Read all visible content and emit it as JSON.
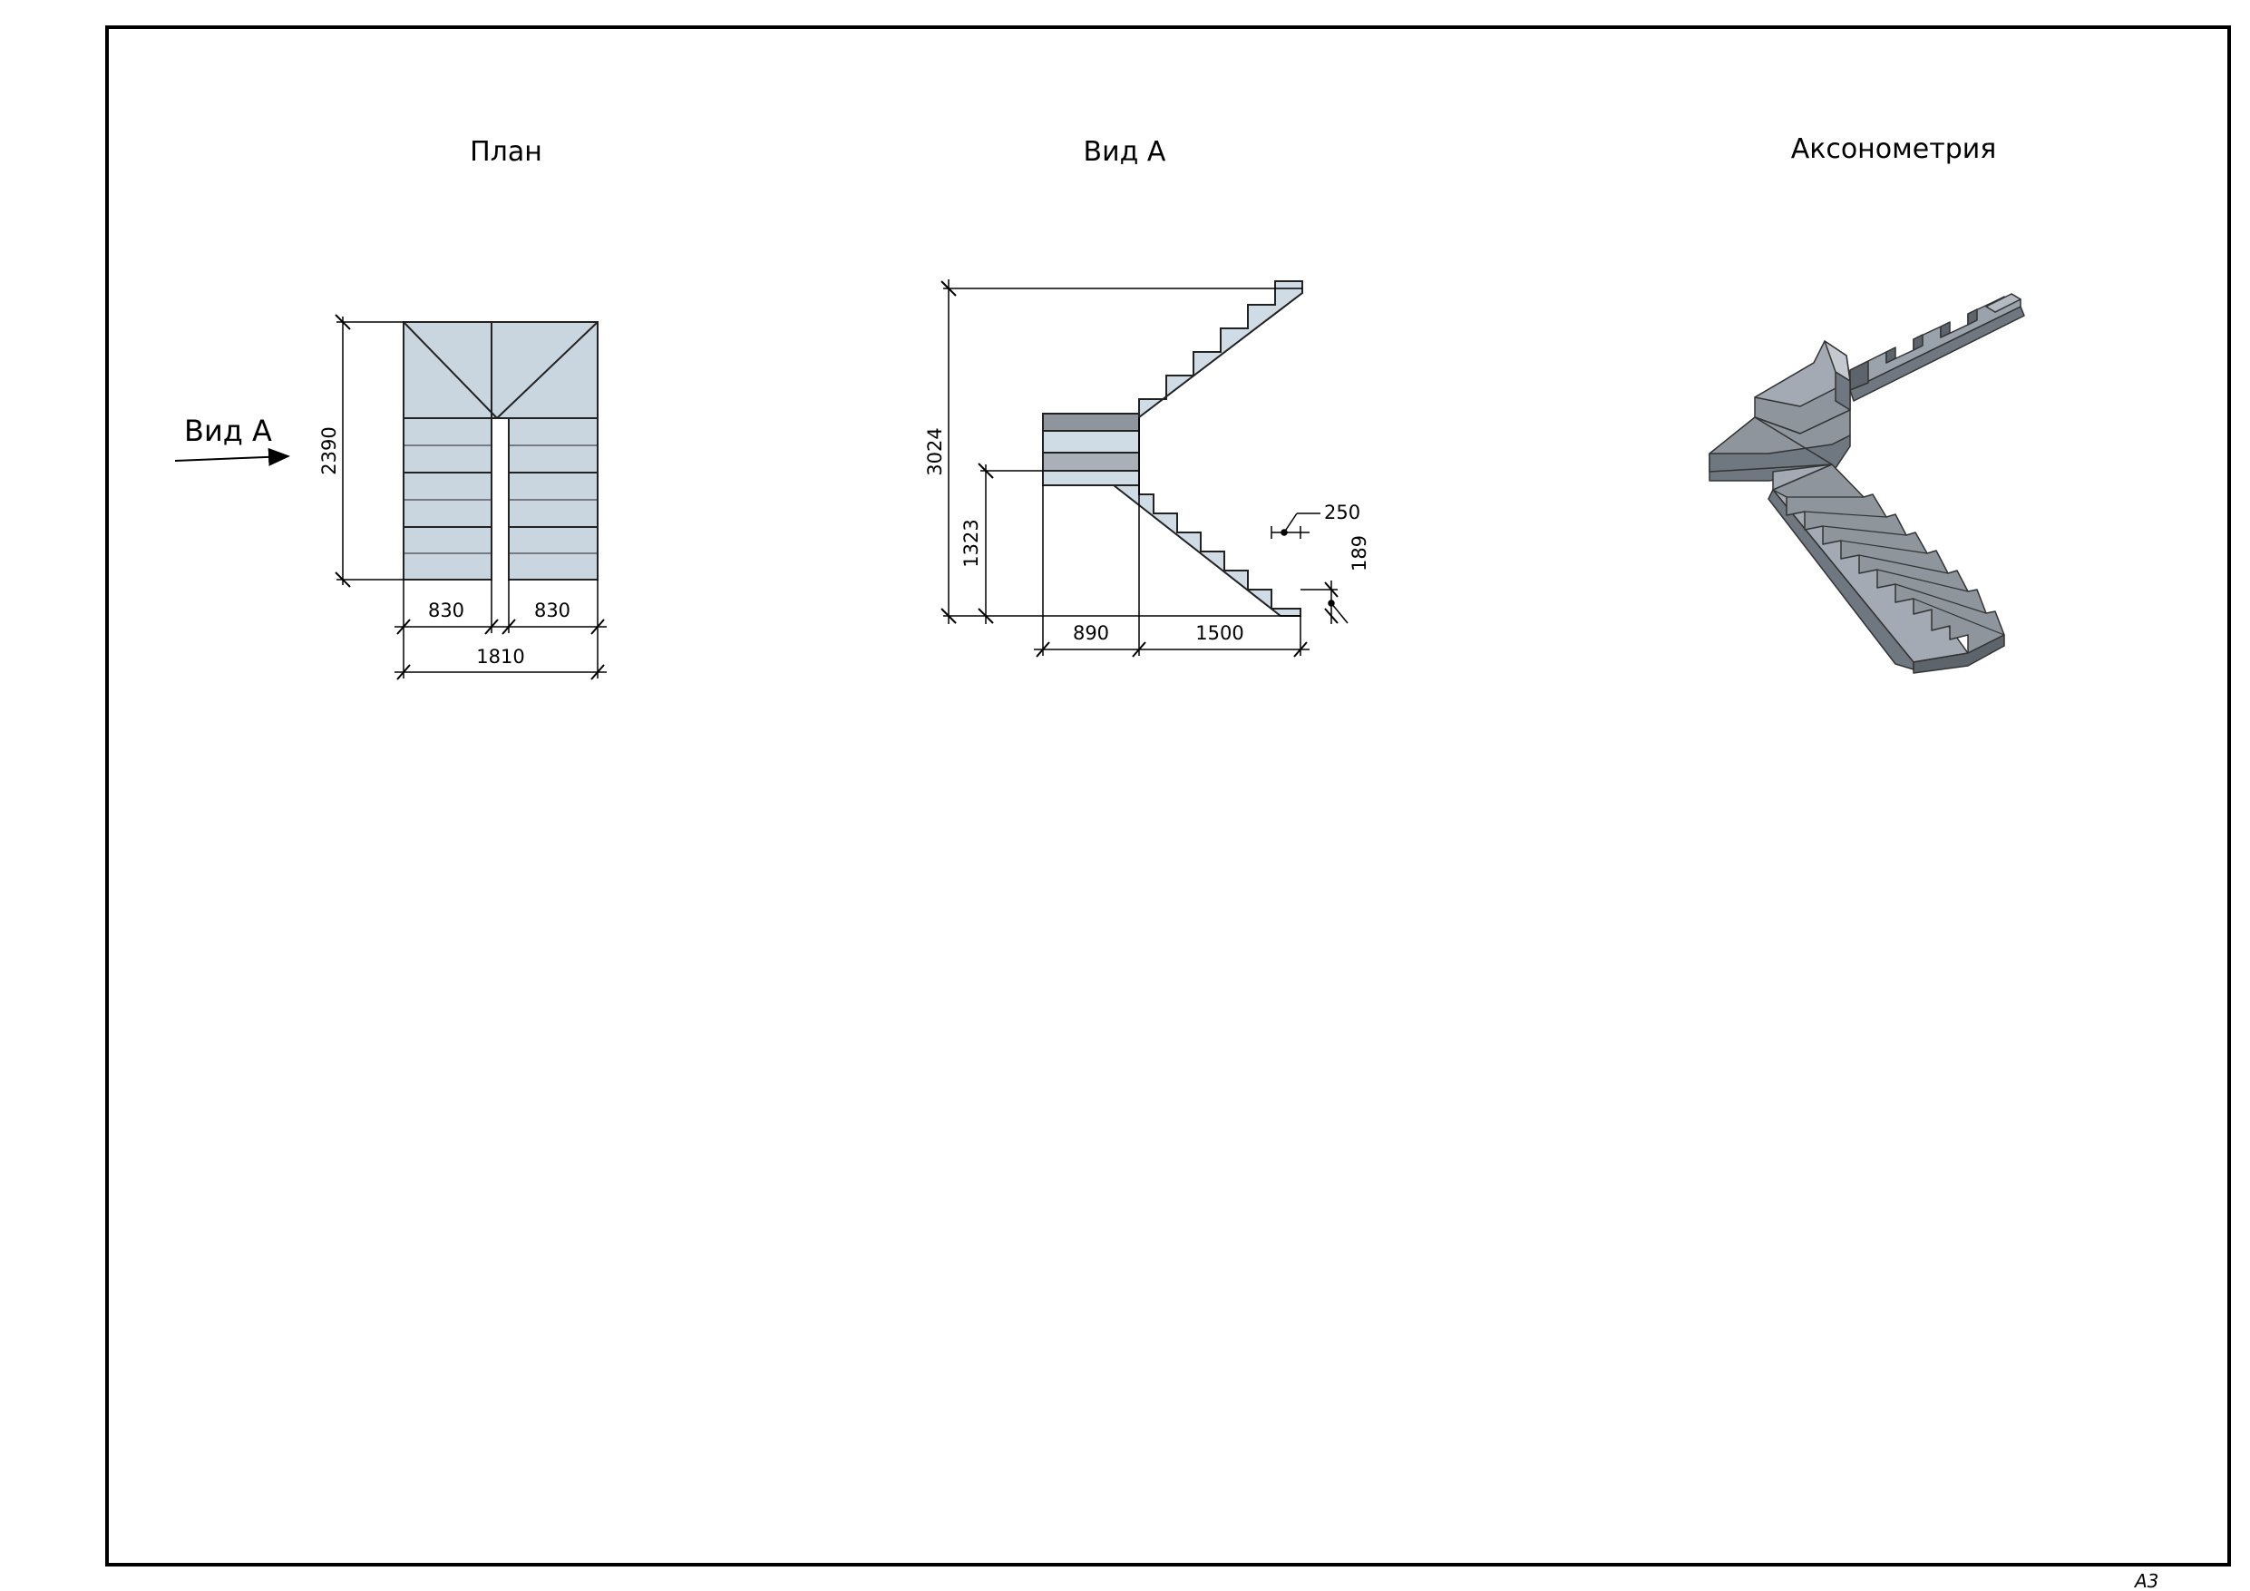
{
  "sheet": {
    "format": "А3"
  },
  "plan": {
    "title": "План",
    "view_arrow_label": "Вид А",
    "dims": {
      "height": "2390",
      "left_width": "830",
      "right_width": "830",
      "total_width": "1810"
    }
  },
  "view_a": {
    "title": "Вид А",
    "dims": {
      "total_height": "3024",
      "landing_height": "1323",
      "landing_length": "890",
      "flight_length": "1500",
      "tread": "250",
      "riser": "189"
    }
  },
  "axonometry": {
    "title": "Аксонометрия"
  },
  "colors": {
    "plan_fill": "#c9d6e0",
    "side_fill": "#cfdbe5",
    "dark_gray": "#8e959d",
    "mid_gray": "#a9b0b8",
    "axo_dark": "#6f7780"
  }
}
